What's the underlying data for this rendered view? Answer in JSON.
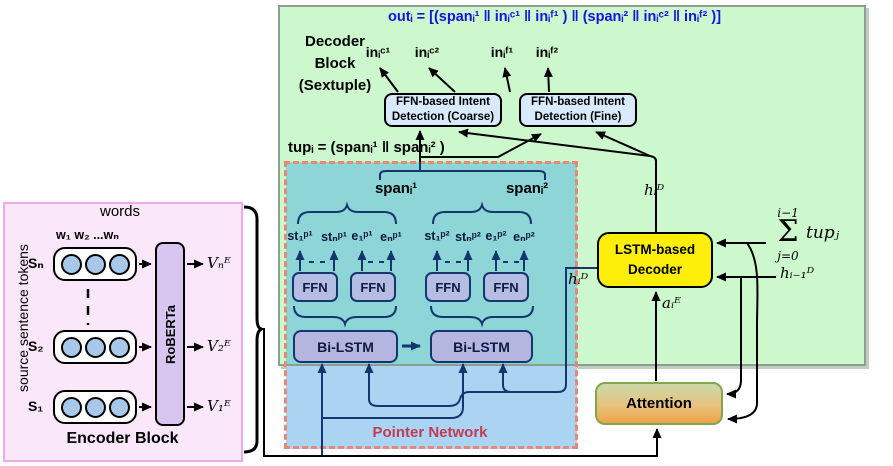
{
  "colors": {
    "green-fill": "#cdf8cd",
    "green-border": "#8f9f8f",
    "pink-fill": "#fbe7fa",
    "pink-border": "#efa9e5",
    "teal-fill": "#8ed5d8",
    "blue-fill": "#aad4f1",
    "dashed-border": "#e78876",
    "ptr-title": "#c23a58",
    "navy": "#15356e",
    "box-blue": "#d9eafc",
    "module-fill": "#b6bde3",
    "bilstm-fill": "#b4b6e0",
    "yellow": "#fdee09",
    "attn-top": "#ccd9a9",
    "attn-bottom": "#f0a246",
    "attn-border": "#7fa851",
    "roberta-fill": "#d8c6f1",
    "circle-fill": "#a9c8e9",
    "formula-blue": "#1414dd"
  },
  "decoder": {
    "title_lines": [
      "Decoder",
      "Block",
      "(Sextuple)"
    ],
    "out_formula": "outᵢ = [(spanᵢ¹ ‖ inᵢᶜ¹ ‖ inᵢᶠ¹ ) ‖ (spanᵢ² ‖ inᵢᶜ² ‖ inᵢᶠ² )]",
    "intent_outputs": [
      "inᵢᶜ¹",
      "inᵢᶜ²",
      "inᵢᶠ¹",
      "inᵢᶠ²"
    ],
    "intent_boxes": [
      {
        "line1": "FFN-based Intent",
        "line2": "Detection (Coarse)"
      },
      {
        "line1": "FFN-based Intent",
        "line2": "Detection (Fine)"
      }
    ],
    "tup_formula": "tupᵢ = (spanᵢ¹ ‖ spanᵢ² )",
    "lstm_lines": [
      "LSTM-based",
      "Decoder"
    ],
    "h_top": "hᵢᴰ",
    "h_side": "hᵢᴰ",
    "a_label": "aᵢᴱ",
    "h_prev": "hᵢ₋₁ᴰ",
    "sum": {
      "top": "i−1",
      "sym": "Σ",
      "bot": "j=0",
      "term": "tupⱼ"
    }
  },
  "pointer": {
    "title": "Pointer Network",
    "span_labels": [
      "spanᵢ¹",
      "spanᵢ²"
    ],
    "p1_outputs": [
      "st₁ᵖ¹",
      "stₙᵖ¹",
      "e₁ᵖ¹",
      "eₙᵖ¹"
    ],
    "p2_outputs": [
      "st₁ᵖ²",
      "stₙᵖ²",
      "e₁ᵖ²",
      "eₙᵖ²"
    ],
    "ffn_label": "FFN",
    "bilstm_label": "Bi-LSTM"
  },
  "attention": {
    "label": "Attention"
  },
  "encoder": {
    "title": "Encoder Block",
    "words_label": "words",
    "tokens_header": "w₁ w₂ ...wₙ",
    "side_label": "source sentence tokens",
    "model_label": "RoBERTa",
    "rows": [
      {
        "label": "Sₙ",
        "output": "Vₙᴱ"
      },
      {
        "label": "S₂",
        "output": "V₂ᴱ"
      },
      {
        "label": "S₁",
        "output": "V₁ᴱ"
      }
    ]
  }
}
